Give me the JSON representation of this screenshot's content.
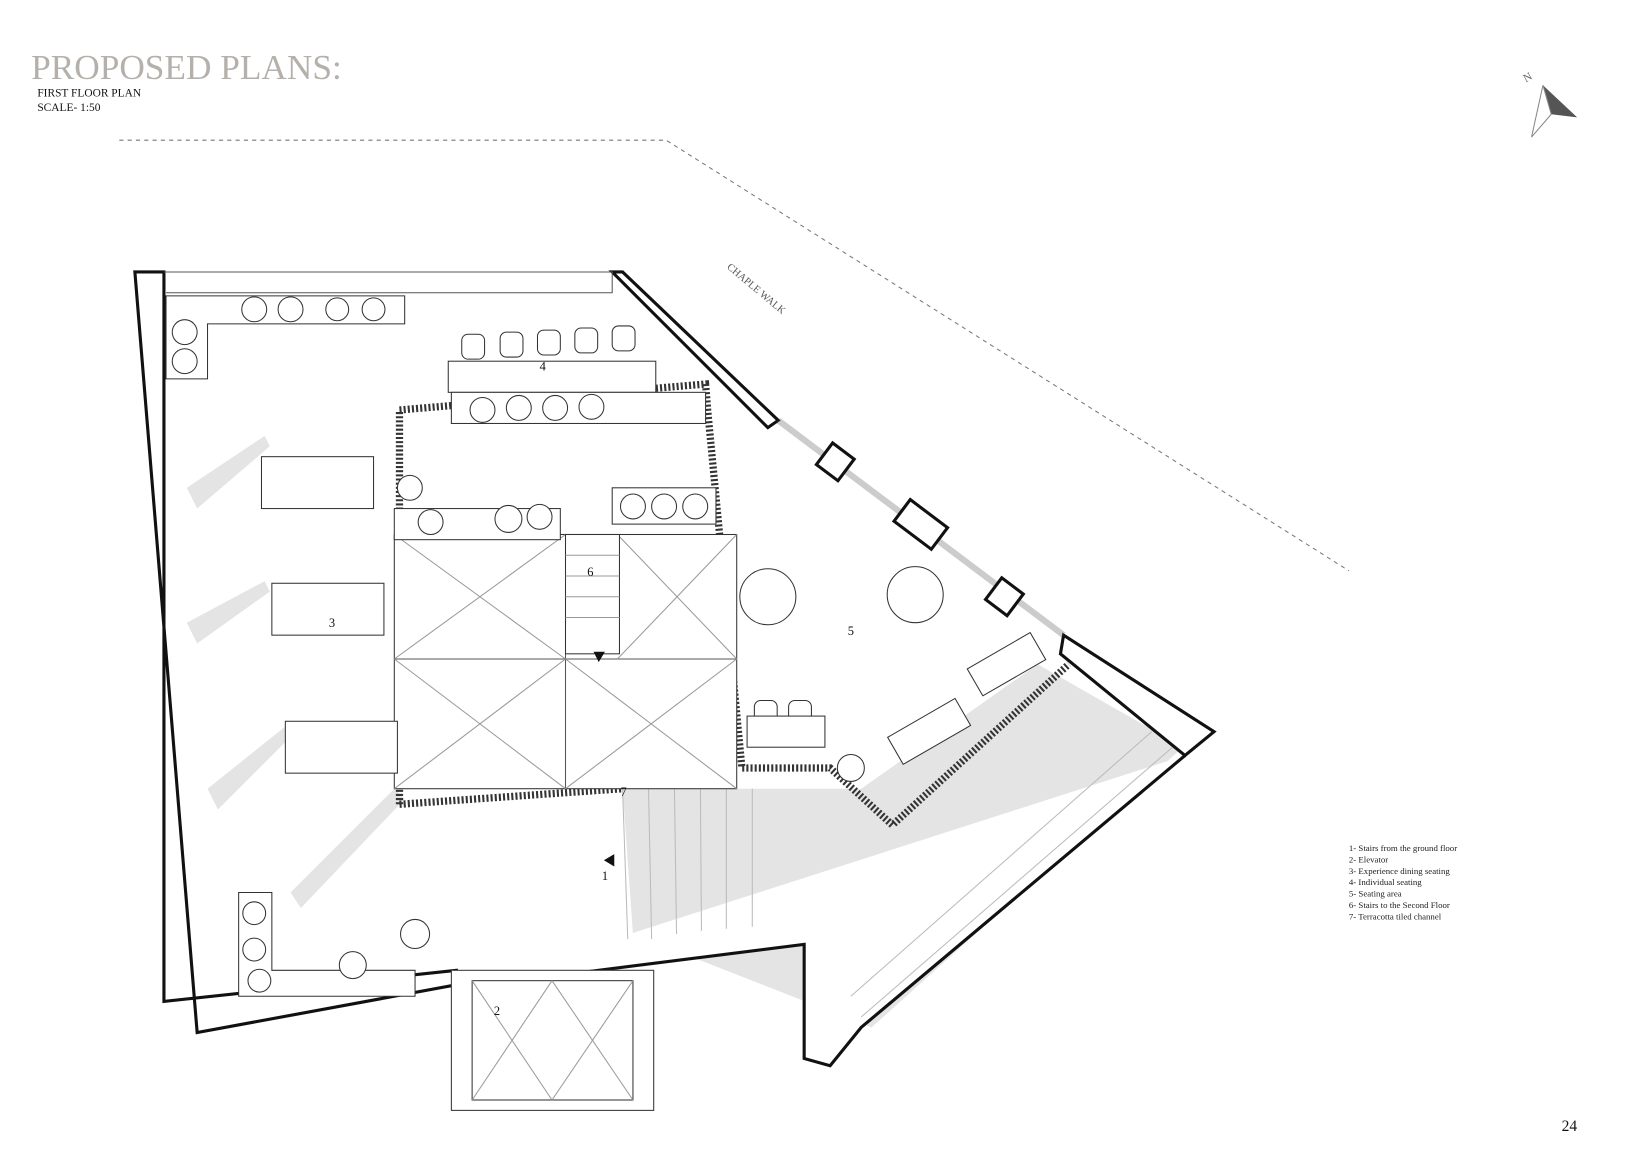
{
  "header": {
    "title": "PROPOSED PLANS:",
    "subtitle": "FIRST FLOOR PLAN",
    "scale": "SCALE- 1:50"
  },
  "north_arrow": {
    "label": "N"
  },
  "street_label": "CHAPLE WALK",
  "room_numbers": [
    "1",
    "2",
    "3",
    "4",
    "5",
    "6",
    "7"
  ],
  "legend": [
    "1- Stairs from the ground floor",
    "2- Elevator",
    "3- Experience dining seating",
    "4- Individual seating",
    "5- Seating area",
    "6- Stairs to the Second Floor",
    "7- Terracotta tiled channel"
  ],
  "page_number": "24",
  "colors": {
    "title": "#b5b0aa",
    "wall": "#111111",
    "channel": "#333333"
  }
}
